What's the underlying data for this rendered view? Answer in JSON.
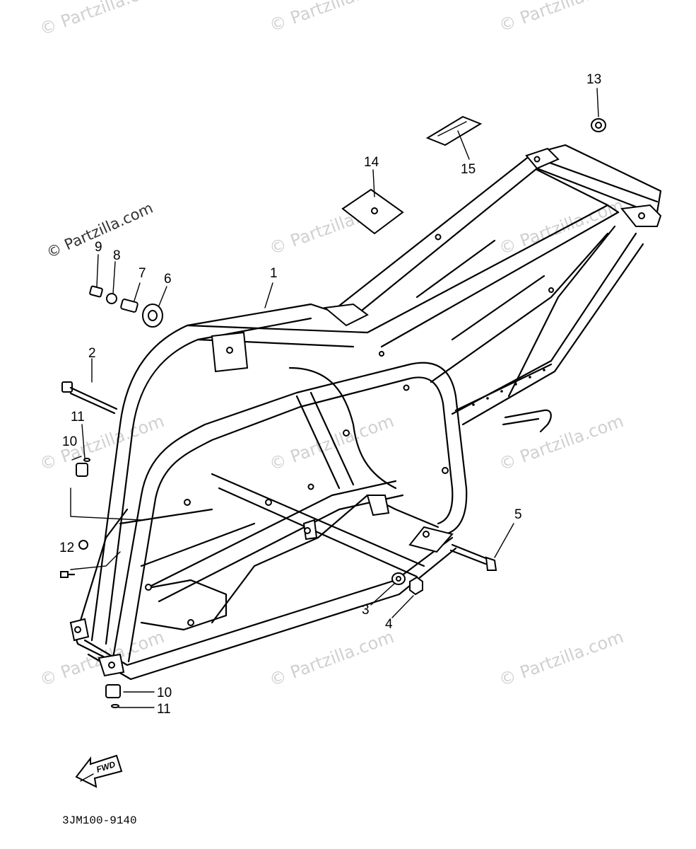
{
  "watermark": {
    "text": "© Partzilla.com"
  },
  "callouts": {
    "c1": "1",
    "c2": "2",
    "c3": "3",
    "c4": "4",
    "c5": "5",
    "c6": "6",
    "c7": "7",
    "c8": "8",
    "c9": "9",
    "c10a": "10",
    "c10b": "10",
    "c11a": "11",
    "c11b": "11",
    "c12": "12",
    "c13": "13",
    "c14": "14",
    "c15": "15"
  },
  "forward_arrow": {
    "label": "FWD"
  },
  "diagram_code": "3JM100-9140"
}
